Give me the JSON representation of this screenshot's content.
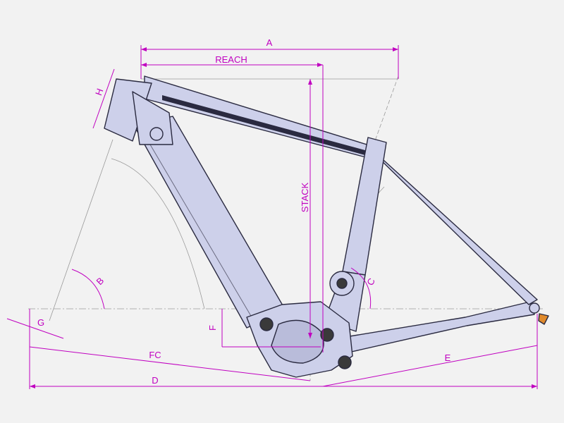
{
  "colors": {
    "background": "#f2f2f2",
    "dimension": "#c000c0",
    "frame_fill": "#cdd0ea",
    "frame_stroke": "#2a2a40",
    "construction": "#9a9a9a"
  },
  "labels": {
    "a": "A",
    "reach": "REACH",
    "stack": "STACK",
    "h": "H",
    "b": "B",
    "c": "C",
    "g": "G",
    "f": "F",
    "fc": "FC",
    "e": "E",
    "d": "D"
  }
}
